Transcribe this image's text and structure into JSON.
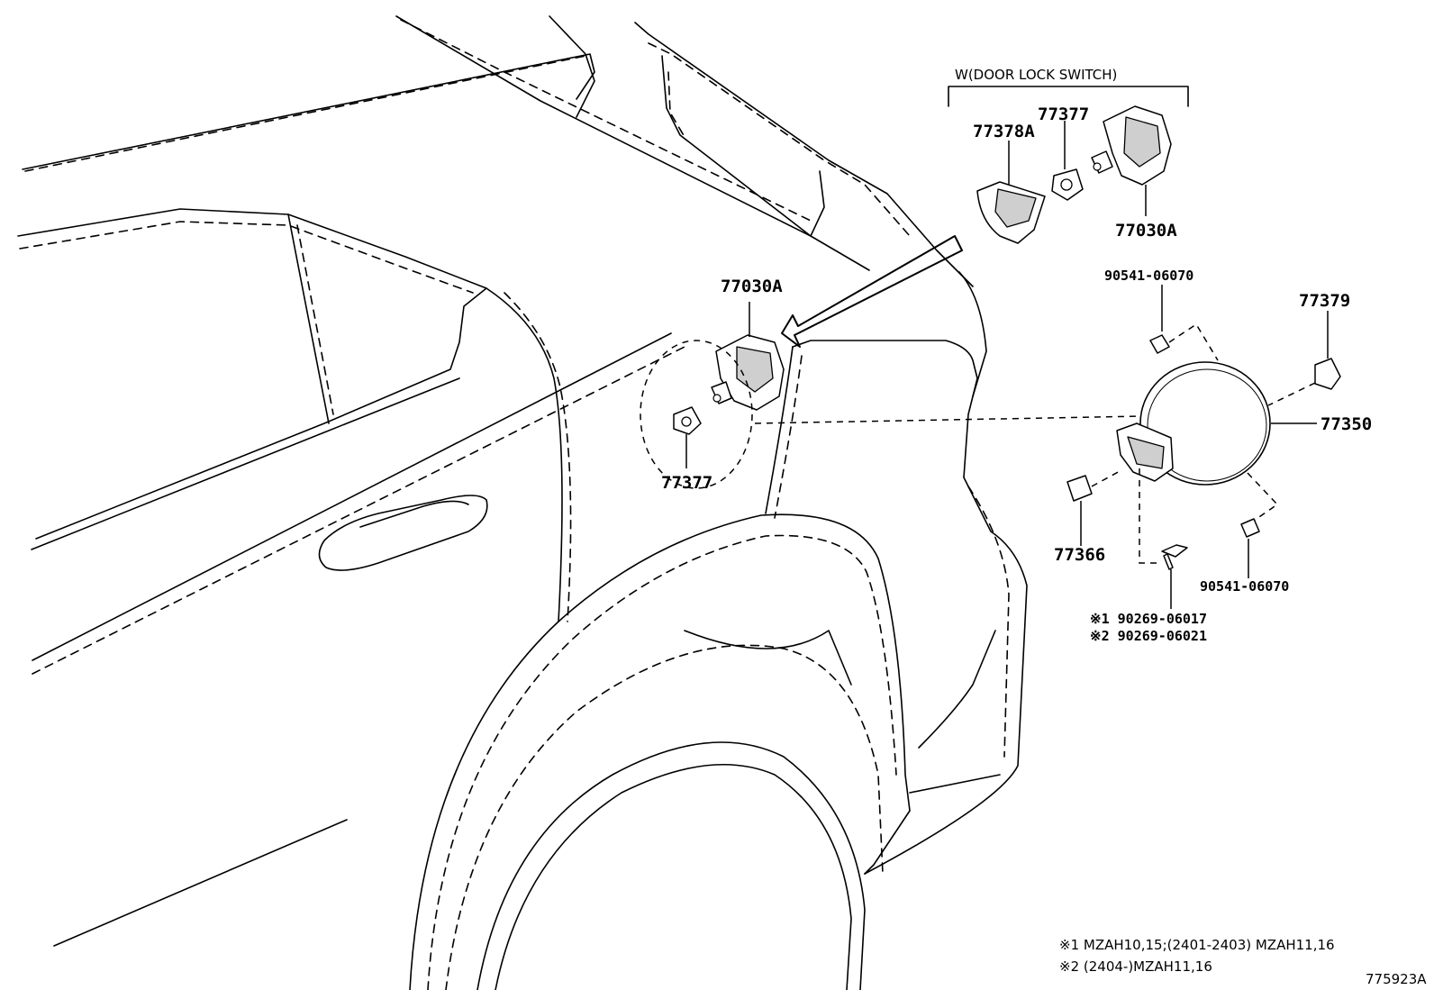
{
  "group_label": "W(DOOR LOCK SWITCH)",
  "parts": {
    "p77378A": "77378A",
    "p77377_top": "77377",
    "p77030A_top": "77030A",
    "p77030A_mid": "77030A",
    "p77377_mid": "77377",
    "p90541_top": "90541-06070",
    "p77379": "77379",
    "p77350": "77350",
    "p77366": "77366",
    "p90541_bot": "90541-06070",
    "p90269_a": "※1 90269-06017",
    "p90269_b": "※2 90269-06021"
  },
  "notes": {
    "note1": "※1 MZAH10,15;(2401-2403) MZAH11,16",
    "note2": "※2 (2404-)MZAH11,16"
  },
  "figure_id": "775923A"
}
